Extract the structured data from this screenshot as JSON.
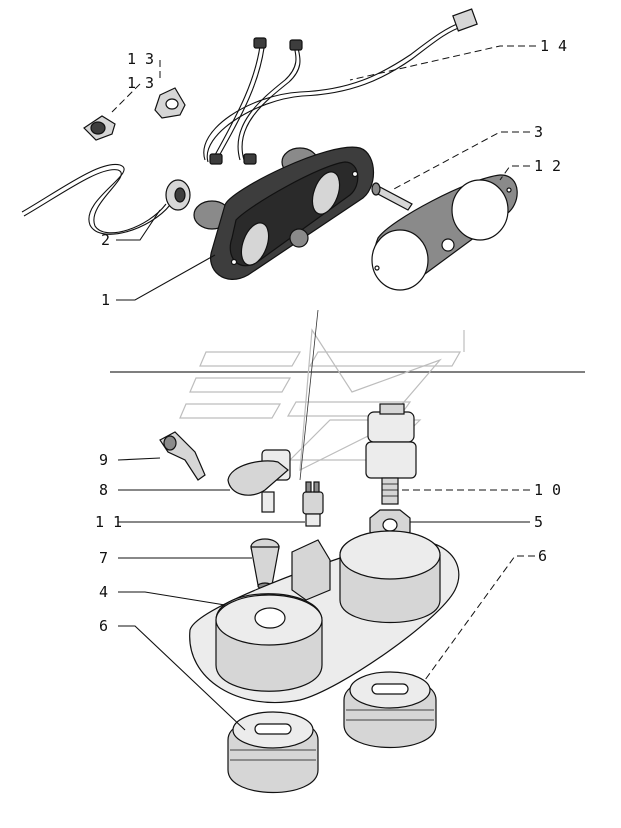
{
  "diagram": {
    "callouts": [
      {
        "id": "c13a",
        "text": "1 3"
      },
      {
        "id": "c13b",
        "text": "1 3"
      },
      {
        "id": "c14",
        "text": "1 4"
      },
      {
        "id": "c3",
        "text": "3"
      },
      {
        "id": "c12",
        "text": "1 2"
      },
      {
        "id": "c2",
        "text": "2"
      },
      {
        "id": "c1",
        "text": "1"
      },
      {
        "id": "c9",
        "text": "9"
      },
      {
        "id": "c8",
        "text": "8"
      },
      {
        "id": "c10",
        "text": "1 0"
      },
      {
        "id": "c11",
        "text": "1 1"
      },
      {
        "id": "c5",
        "text": "5"
      },
      {
        "id": "c7",
        "text": "7"
      },
      {
        "id": "c6a",
        "text": "6"
      },
      {
        "id": "c4",
        "text": "4"
      },
      {
        "id": "c6b",
        "text": "6"
      }
    ]
  },
  "colors": {
    "ink": "#111111",
    "dark_fill": "#3d3d3d",
    "mid_fill": "#8a8a8a",
    "light_fill": "#d6d6d6",
    "watermark": "#bdbdbd"
  }
}
